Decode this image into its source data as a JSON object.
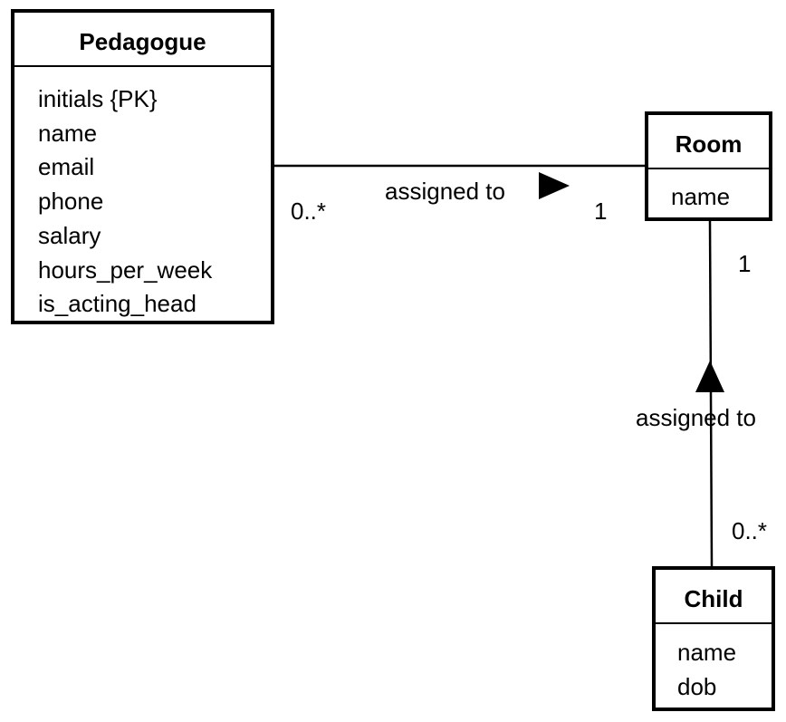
{
  "classes": {
    "pedagogue": {
      "name": "Pedagogue",
      "attributes": [
        "initials {PK}",
        "name",
        "email",
        "phone",
        "salary",
        "hours_per_week",
        "is_acting_head"
      ]
    },
    "room": {
      "name": "Room",
      "attributes": [
        "name"
      ]
    },
    "child": {
      "name": "Child",
      "attributes": [
        "name",
        "dob"
      ]
    }
  },
  "associations": {
    "pedagogue_room": {
      "label": "assigned to",
      "source_multiplicity": "0..*",
      "target_multiplicity": "1",
      "arrow_direction": "right"
    },
    "child_room": {
      "label": "assigned to",
      "source_multiplicity": "0..*",
      "target_multiplicity": "1",
      "arrow_direction": "up"
    }
  }
}
